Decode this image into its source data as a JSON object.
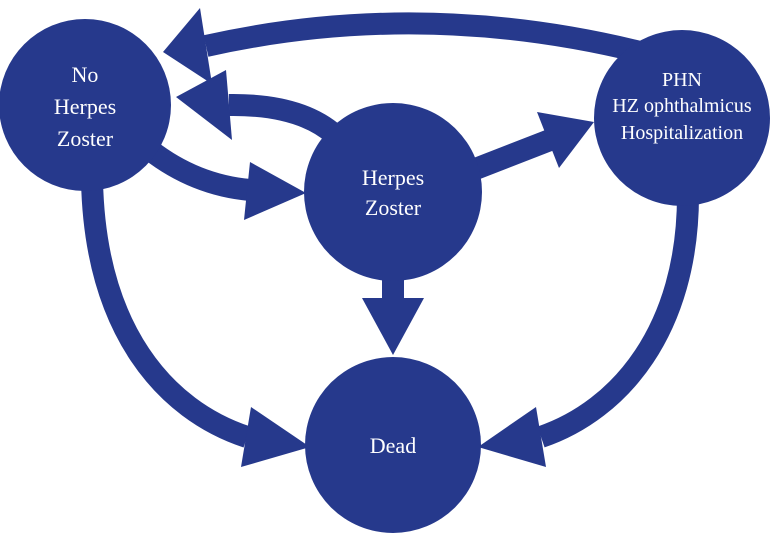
{
  "nodes": [
    {
      "lines": [
        "No",
        "Herpes",
        "Zoster"
      ]
    },
    {
      "lines": [
        "Herpes",
        "Zoster"
      ]
    },
    {
      "lines": [
        "PHN",
        "HZ ophthalmicus",
        "Hospitalization"
      ]
    },
    {
      "lines": [
        "Dead"
      ]
    }
  ],
  "transitions": [
    [
      2,
      0
    ],
    [
      1,
      0
    ],
    [
      0,
      1
    ],
    [
      1,
      2
    ],
    [
      1,
      3
    ],
    [
      0,
      3
    ],
    [
      2,
      3
    ]
  ],
  "colors": {
    "node": "#26398c",
    "arrow": "#26398c",
    "label": "#ffffff"
  }
}
